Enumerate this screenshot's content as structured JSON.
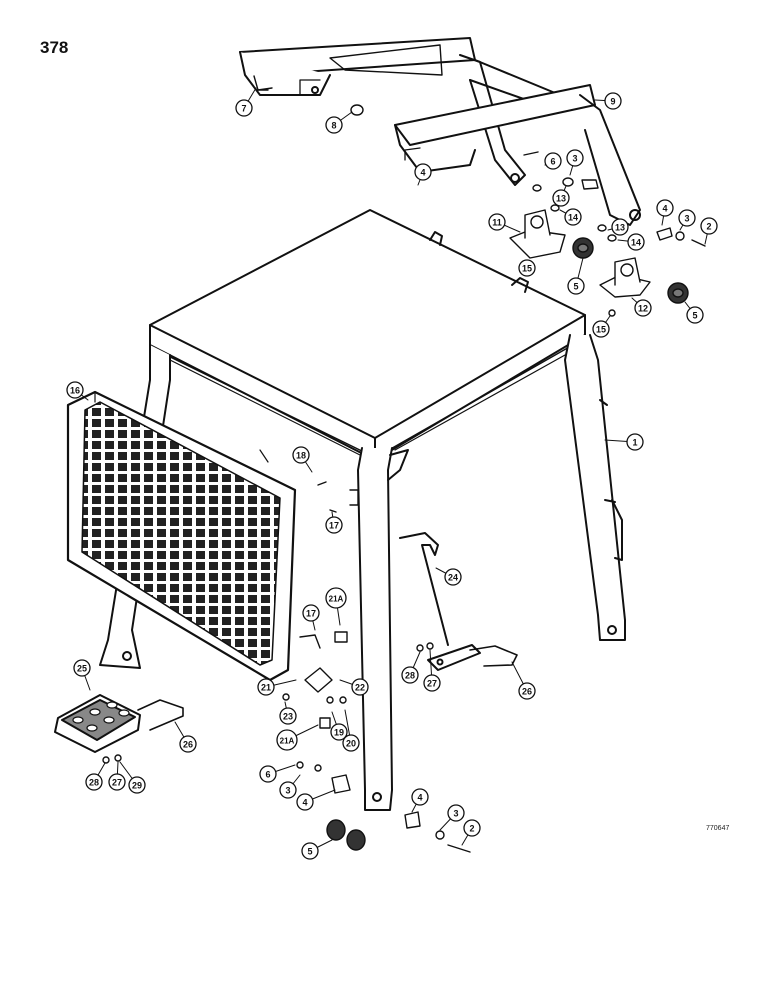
{
  "page": {
    "number": "378",
    "drawing_code": "770647"
  },
  "callouts": [
    {
      "label": "1"
    },
    {
      "label": "2"
    },
    {
      "label": "2"
    },
    {
      "label": "3"
    },
    {
      "label": "3"
    },
    {
      "label": "3"
    },
    {
      "label": "3"
    },
    {
      "label": "4"
    },
    {
      "label": "4"
    },
    {
      "label": "4"
    },
    {
      "label": "4"
    },
    {
      "label": "5"
    },
    {
      "label": "5"
    },
    {
      "label": "5"
    },
    {
      "label": "6"
    },
    {
      "label": "6"
    },
    {
      "label": "7"
    },
    {
      "label": "8"
    },
    {
      "label": "9"
    },
    {
      "label": "11"
    },
    {
      "label": "12"
    },
    {
      "label": "13"
    },
    {
      "label": "13"
    },
    {
      "label": "14"
    },
    {
      "label": "14"
    },
    {
      "label": "15"
    },
    {
      "label": "15"
    },
    {
      "label": "16"
    },
    {
      "label": "17"
    },
    {
      "label": "17"
    },
    {
      "label": "18"
    },
    {
      "label": "19"
    },
    {
      "label": "20"
    },
    {
      "label": "21"
    },
    {
      "label": "21A"
    },
    {
      "label": "21A"
    },
    {
      "label": "22"
    },
    {
      "label": "23"
    },
    {
      "label": "24"
    },
    {
      "label": "25"
    },
    {
      "label": "26"
    },
    {
      "label": "26"
    },
    {
      "label": "27"
    },
    {
      "label": "27"
    },
    {
      "label": "28"
    },
    {
      "label": "28"
    },
    {
      "label": "29"
    }
  ]
}
